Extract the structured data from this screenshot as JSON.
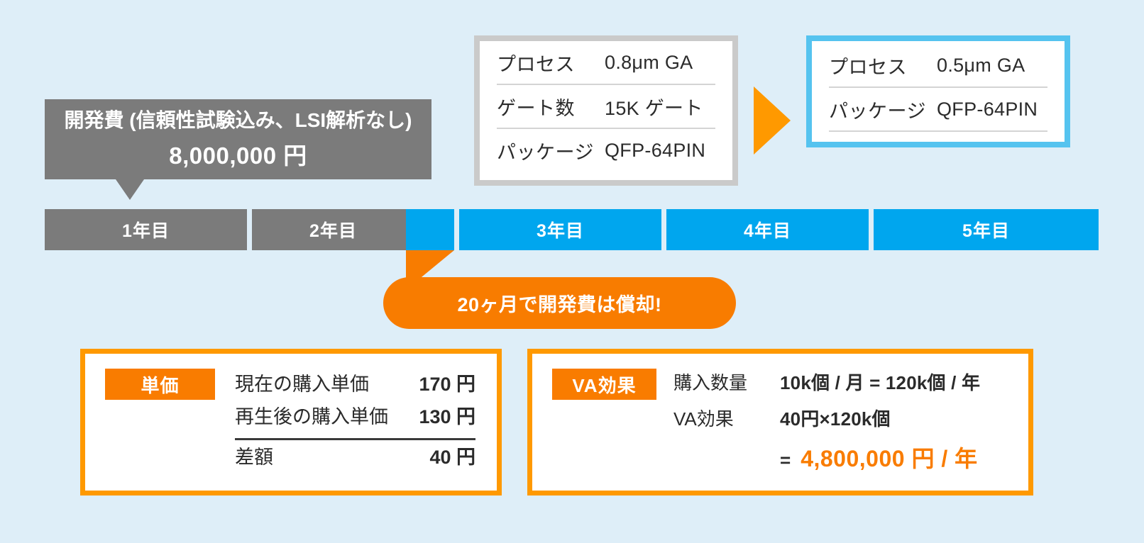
{
  "background_color": "#deeef8",
  "colors": {
    "gray": "#7b7b7b",
    "blue": "#00a6ee",
    "blue_border": "#55c3ef",
    "orange": "#f87c00",
    "orange_border": "#ff9900",
    "gray_border": "#cacaca"
  },
  "cost_banner": {
    "title": "開発費 (信頼性試験込み、LSI解析なし)",
    "amount": "8,000,000 円"
  },
  "spec_before": {
    "rows": [
      {
        "key": "プロセス",
        "value": "0.8μm GA"
      },
      {
        "key": "ゲート数",
        "value": "15K ゲート"
      },
      {
        "key": "パッケージ",
        "value": "QFP-64PIN"
      }
    ]
  },
  "spec_after": {
    "rows": [
      {
        "key": "プロセス",
        "value": "0.5μm GA"
      },
      {
        "key": "パッケージ",
        "value": "QFP-64PIN"
      }
    ]
  },
  "arrow_icon": "arrow-right-icon",
  "timeline": {
    "segments": [
      {
        "label": "1年目",
        "state": "gray"
      },
      {
        "label": "2年目",
        "state": "split"
      },
      {
        "label": "3年目",
        "state": "blue"
      },
      {
        "label": "4年目",
        "state": "blue"
      },
      {
        "label": "5年目",
        "state": "blue"
      }
    ]
  },
  "callout": {
    "text": "20ヶ月で開発費は償却!"
  },
  "unit_price_card": {
    "badge": "単価",
    "rows": [
      {
        "key": "現在の購入単価",
        "value": "170 円"
      },
      {
        "key": "再生後の購入単価",
        "value": "130 円"
      }
    ],
    "total": {
      "key": "差額",
      "value": "40 円"
    }
  },
  "va_card": {
    "badge": "VA効果",
    "rows": [
      {
        "key": "購入数量",
        "value": "10k個 / 月 = 120k個 / 年"
      },
      {
        "key": "VA効果",
        "value": "40円×120k個"
      }
    ],
    "result": {
      "sign": "=",
      "value": "4,800,000 円 / 年"
    }
  }
}
